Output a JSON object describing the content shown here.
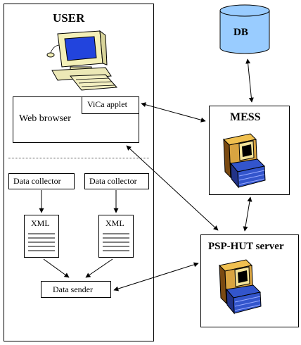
{
  "user": {
    "title": "USER"
  },
  "browser": {
    "label": "Web browser",
    "applet": "ViCa applet"
  },
  "collectors": [
    "Data collector",
    "Data collector"
  ],
  "xml": [
    "XML",
    "XML"
  ],
  "sender": {
    "label": "Data sender"
  },
  "db": {
    "label": "DB",
    "color": "#99ccff"
  },
  "mess": {
    "label": "MESS"
  },
  "psp": {
    "label": "PSP-HUT server"
  },
  "colors": {
    "server_body": "#d9a441",
    "server_dark": "#7a4a12",
    "server_blue": "#3355cc",
    "screen": "#2244dd",
    "monitor": "#f4f0b8"
  }
}
